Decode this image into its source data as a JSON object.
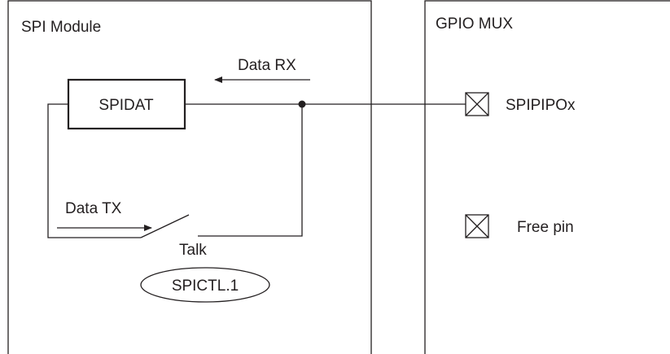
{
  "spi_module": {
    "title": "SPI Module"
  },
  "gpio_mux": {
    "title": "GPIO MUX"
  },
  "register": {
    "label": "SPIDAT"
  },
  "data_rx": {
    "label": "Data RX"
  },
  "data_tx": {
    "label": "Data TX"
  },
  "switch": {
    "label": "Talk"
  },
  "control_bit": {
    "label": "SPICTL.1"
  },
  "pins": [
    {
      "label": "SPIPIPOx"
    },
    {
      "label": "Free pin"
    }
  ],
  "colors": {
    "stroke": "#231f20",
    "background": "#ffffff"
  }
}
